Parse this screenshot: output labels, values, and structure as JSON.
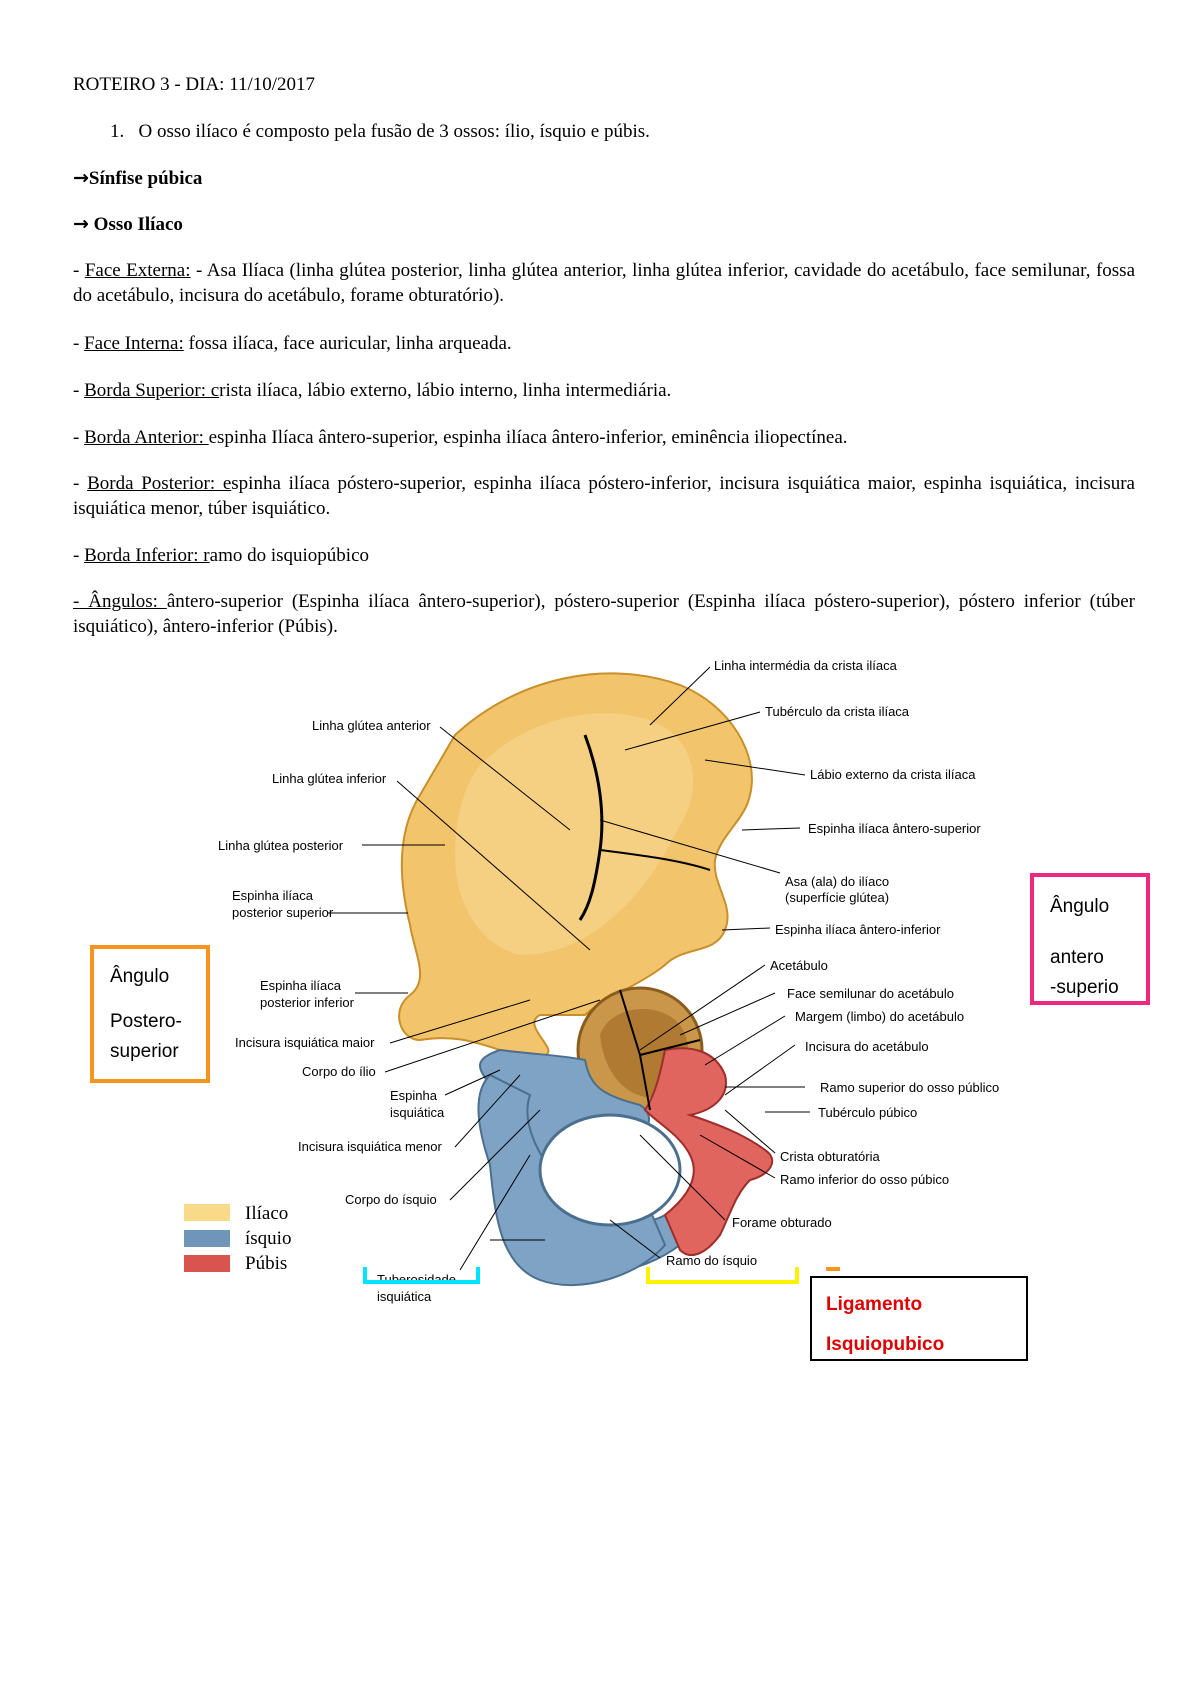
{
  "header": {
    "title": "ROTEIRO 3 - DIA: 11/10/2017"
  },
  "item1": {
    "number": "1.",
    "text": "O osso ilíaco é composto pela fusão de 3 ossos: ílio, ísquio e púbis."
  },
  "sections": {
    "sinfise": "Sínfise púbica",
    "osso": "Osso Ilíaco",
    "arrow": "→"
  },
  "items": {
    "face_externa": {
      "dash": "- ",
      "label": "Face Externa:",
      "sep": " - ",
      "text": "Asa Ilíaca (linha glútea posterior, linha glútea anterior, linha glútea inferior, cavidade do acetábulo, face semilunar, fossa do acetábulo, incisura do acetábulo, forame obturatório)."
    },
    "face_interna": {
      "dash": "- ",
      "label": "Face Interna:",
      "text": " fossa ilíaca, face auricular, linha arqueada."
    },
    "borda_superior": {
      "dash": "- ",
      "label": "Borda Superior: c",
      "text": "rista ilíaca, lábio externo, lábio interno, linha intermediária."
    },
    "borda_anterior": {
      "dash": "- ",
      "label": "Borda Anterior: ",
      "text": "espinha Ilíaca ântero-superior, espinha ilíaca ântero-inferior, eminência iliopectínea."
    },
    "borda_posterior": {
      "dash": "- ",
      "label": "Borda Posterior: e",
      "text": "spinha ilíaca póstero-superior, espinha ilíaca póstero-inferior, incisura isquiática maior, espinha isquiática, incisura isquiática menor, túber isquiático."
    },
    "borda_inferior": {
      "dash": "- ",
      "label": "Borda Inferior: r",
      "text": "amo do isquiopúbico"
    },
    "angulos": {
      "label": "- Ângulos: ",
      "text": "ântero-superior (Espinha ilíaca ântero-superior), póstero-superior (Espinha ilíaca póstero-superior), póstero inferior (túber isquiático), ântero-inferior (Púbis)."
    }
  },
  "figure": {
    "labels_left": [
      "Linha glútea anterior",
      "Linha glútea inferior",
      "Linha glútea posterior",
      "Espinha ilíaca",
      "posterior superior",
      "Espinha ilíaca",
      "posterior inferior",
      "Incisura isquiática maior",
      "Corpo do ílio",
      "Espinha",
      "isquiática",
      "Incisura isquiática menor",
      "Corpo do ísquio",
      "Tuberosidade",
      "isquiática"
    ],
    "labels_right": [
      "Linha intermédia da crista ilíaca",
      "Tubérculo da crista ilíaca",
      "Lábio externo da crista ilíaca",
      "Espinha ilíaca ântero-superior",
      "Asa (ala) do ilíaco",
      "(superfície glútea)",
      "Espinha ilíaca ântero-inferior",
      "Acetábulo",
      "Face semilunar do acetábulo",
      "Margem (limbo) do acetábulo",
      "Incisura do acetábulo",
      "Ramo superior do osso público",
      "Tubérculo púbico",
      "Crista obturatória",
      "Ramo inferior do osso púbico",
      "Forame obturado",
      "Ramo do ísquio"
    ],
    "legend": [
      {
        "label": "Ilíaco",
        "color": "#f9d98a"
      },
      {
        "label": "ísquio",
        "color": "#6f95b8"
      },
      {
        "label": "Púbis",
        "color": "#d9534f"
      }
    ],
    "boxes": {
      "posterior": [
        "Ângulo",
        "Postero-",
        "superior"
      ],
      "anterior": [
        "Ângulo",
        "antero",
        "-superio"
      ],
      "ligamento": [
        "Ligamento",
        "Isquiopubico"
      ]
    },
    "colors": {
      "ilio": "#f2c46b",
      "isquio": "#7ea3c4",
      "pubis": "#e0655f",
      "orange_box": "#f7941d",
      "pink_box": "#ec297b",
      "cyan_bracket": "#00e5ff",
      "yellow_bracket": "#fff200",
      "ligamento_text": "#e00000"
    }
  }
}
